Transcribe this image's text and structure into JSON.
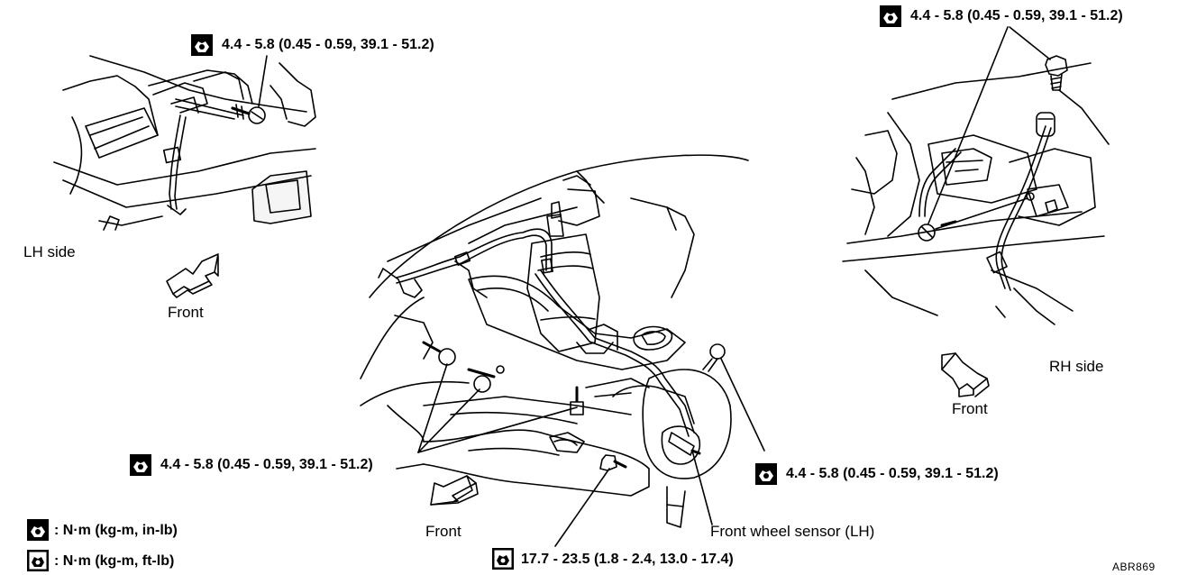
{
  "torque_specs": {
    "lh_upper": "4.4 - 5.8 (0.45 - 0.59, 39.1 - 51.2)",
    "rh_upper": "4.4 - 5.8 (0.45 - 0.59, 39.1 - 51.2)",
    "center_left": "4.4 - 5.8 (0.45 - 0.59, 39.1 - 51.2)",
    "center_right": "4.4 - 5.8 (0.45 - 0.59, 39.1 - 51.2)",
    "lower_center": "17.7 - 23.5 (1.8 - 2.4, 13.0 - 17.4)"
  },
  "labels": {
    "lh_side": "LH side",
    "rh_side": "RH side",
    "front_lh": "Front",
    "front_center": "Front",
    "front_rh": "Front",
    "front_wheel_sensor": "Front wheel sensor (LH)",
    "figure_code": "ABR869"
  },
  "legend": {
    "in_lb": ": N·m (kg-m, in-lb)",
    "ft_lb": ": N·m (kg-m, ft-lb)"
  },
  "icons": {
    "solid_torque": "torque-wrench-solid-icon",
    "outline_torque": "torque-wrench-outline-icon"
  },
  "colors": {
    "ink": "#000000",
    "paper": "#ffffff"
  }
}
